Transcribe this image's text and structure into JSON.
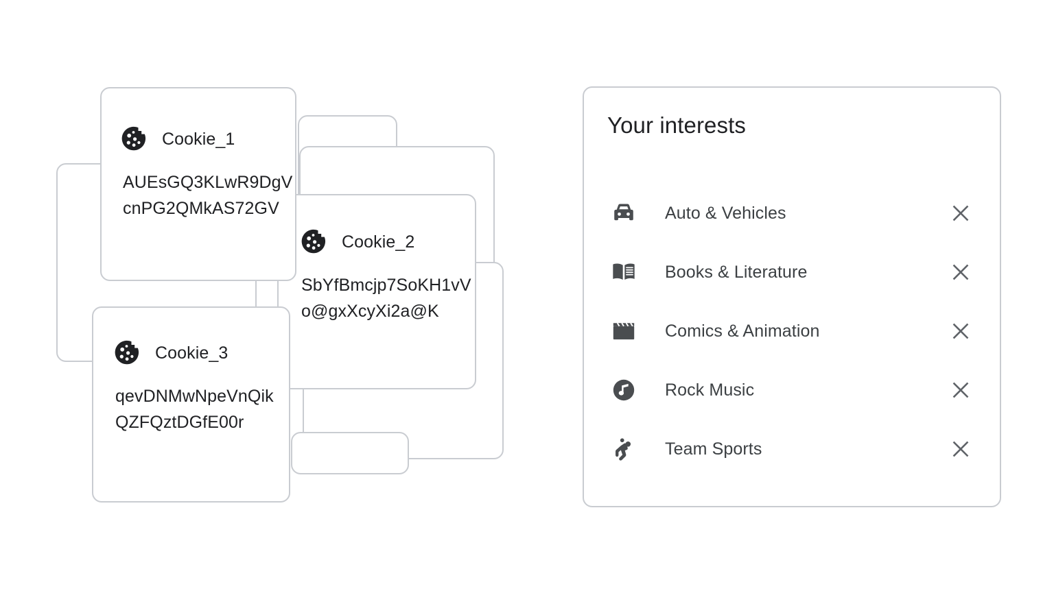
{
  "colors": {
    "background": "#ffffff",
    "card_border": "#c9ccd1",
    "card_fill": "#ffffff",
    "primary_text": "#202124",
    "secondary_text": "#3c4043",
    "icon_dark": "#4a4d50",
    "close_icon": "#5f6368",
    "cookie_icon": "#202124"
  },
  "cookie_stack": {
    "name": "cookie-stack",
    "cards": [
      {
        "id": "cookie-card-1",
        "icon": "cookie-icon",
        "title": "Cookie_1",
        "value": "AUEsGQ3KLwR9DgVcnPG2QMkAS72GV"
      },
      {
        "id": "cookie-card-2",
        "icon": "cookie-icon",
        "title": "Cookie_2",
        "value": "SbYfBmcjp7SoKH1vVo@gxXcyXi2a@K"
      },
      {
        "id": "cookie-card-3",
        "icon": "cookie-icon",
        "title": "Cookie_3",
        "value": "qevDNMwNpeVnQikQZFQztDGfE00r"
      }
    ],
    "ghost_cards": [
      {
        "id": "ghost-left-1"
      },
      {
        "id": "ghost-right-1"
      },
      {
        "id": "ghost-right-2"
      },
      {
        "id": "ghost-right-3"
      },
      {
        "id": "ghost-bottom-1"
      }
    ]
  },
  "interests": {
    "title": "Your interests",
    "remove_icon": "close-icon",
    "items": [
      {
        "icon": "car-icon",
        "label": "Auto & Vehicles"
      },
      {
        "icon": "book-icon",
        "label": "Books & Literature"
      },
      {
        "icon": "clapperboard-icon",
        "label": "Comics & Animation"
      },
      {
        "icon": "music-note-icon",
        "label": "Rock Music"
      },
      {
        "icon": "sports-player-icon",
        "label": "Team Sports"
      }
    ]
  }
}
